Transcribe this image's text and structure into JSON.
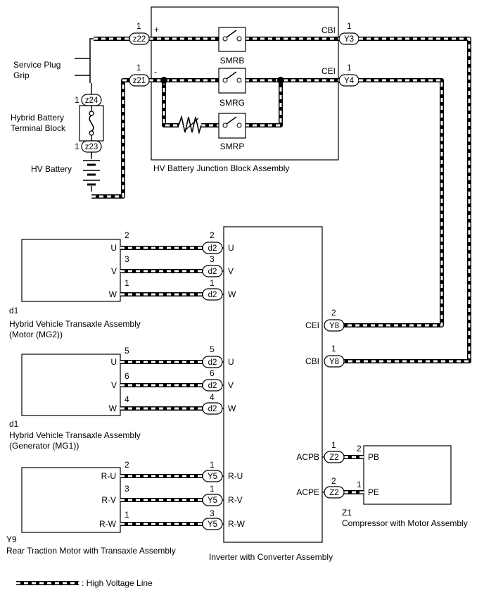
{
  "junction_block": {
    "title": "HV Battery Junction Block Assembly",
    "relays": [
      "SMRB",
      "SMRG",
      "SMRP"
    ],
    "cbi_label": "CBI",
    "cei_label": "CEI",
    "plus_sign": "+",
    "minus_sign": "-"
  },
  "battery_side": {
    "service_plug": "Service Plug\nGrip",
    "terminal_block": "Hybrid Battery\nTerminal Block",
    "hv_battery": "HV Battery"
  },
  "connectors": {
    "z22": {
      "id": "z22",
      "pin": "1"
    },
    "z21": {
      "id": "z21",
      "pin": "1"
    },
    "z24": {
      "id": "z24",
      "pin": "1"
    },
    "z23": {
      "id": "z23",
      "pin": "1"
    },
    "y3": {
      "id": "Y3",
      "pin": "1"
    },
    "y4": {
      "id": "Y4",
      "pin": "1"
    }
  },
  "mg2": {
    "code": "d1",
    "name": "Hybrid Vehicle Transaxle Assembly\n(Motor (MG2))",
    "rows": [
      {
        "term": "U",
        "pin_left": "2",
        "conn": "d2",
        "pin_right": "2",
        "inv": "U"
      },
      {
        "term": "V",
        "pin_left": "3",
        "conn": "d2",
        "pin_right": "3",
        "inv": "V"
      },
      {
        "term": "W",
        "pin_left": "1",
        "conn": "d2",
        "pin_right": "1",
        "inv": "W"
      }
    ]
  },
  "mg1": {
    "code": "d1",
    "name": "Hybrid Vehicle Transaxle Assembly\n(Generator (MG1))",
    "rows": [
      {
        "term": "U",
        "pin_left": "5",
        "conn": "d2",
        "pin_right": "5",
        "inv": "U"
      },
      {
        "term": "V",
        "pin_left": "6",
        "conn": "d2",
        "pin_right": "6",
        "inv": "V"
      },
      {
        "term": "W",
        "pin_left": "4",
        "conn": "d2",
        "pin_right": "4",
        "inv": "W"
      }
    ]
  },
  "rear_motor": {
    "code": "Y9",
    "name": "Rear Traction Motor with Transaxle Assembly",
    "rows": [
      {
        "term": "R-U",
        "pin_left": "2",
        "conn": "Y5",
        "pin_right": "1",
        "inv": "R-U"
      },
      {
        "term": "R-V",
        "pin_left": "3",
        "conn": "Y5",
        "pin_right": "1",
        "inv": "R-V"
      },
      {
        "term": "R-W",
        "pin_left": "1",
        "conn": "Y5",
        "pin_right": "3",
        "inv": "R-W"
      }
    ]
  },
  "inverter": {
    "name": "Inverter with Converter Assembly",
    "cei": {
      "label": "CEI",
      "pin": "2",
      "conn": "Y8"
    },
    "cbi": {
      "label": "CBI",
      "pin": "1",
      "conn": "Y8"
    },
    "acpb": {
      "label": "ACPB",
      "pin": "1",
      "conn": "Z2"
    },
    "acpe": {
      "label": "ACPE",
      "pin": "2",
      "conn": "Z2"
    }
  },
  "compressor": {
    "code": "Z1",
    "name": "Compressor with Motor Assembly",
    "pb": {
      "label": "PB",
      "pin": "2"
    },
    "pe": {
      "label": "PE",
      "pin": "1"
    }
  },
  "legend": {
    "label": ": High Voltage Line"
  }
}
